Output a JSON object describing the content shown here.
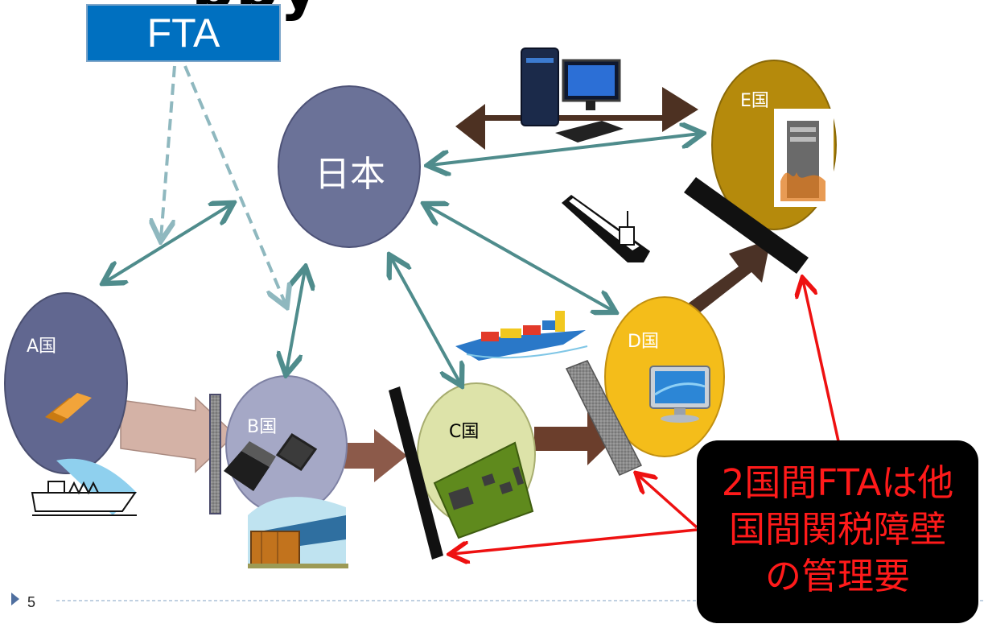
{
  "slide": {
    "title_fragment": "ppy",
    "fta_label": "FTA",
    "page_number": "5"
  },
  "countries": {
    "japan": "日本",
    "a": "A国",
    "b": "B国",
    "c": "C国",
    "d": "D国",
    "e": "E国"
  },
  "note": {
    "line1": "2国間FTAは他",
    "line2": "国間関税障壁",
    "line3": "の管理要"
  },
  "colors": {
    "fta_box": "#0070c0",
    "japan": "#6b7298",
    "country_a": "#616790",
    "country_b": "#a5a8c6",
    "country_c": "#dde3a9",
    "country_d": "#f4bd1a",
    "country_e": "#b58a0c",
    "teal_arrow": "#4f8c8c",
    "dashed_arrow": "#8fb8bf",
    "red_arrow": "#ee1111",
    "note_text": "#ff1a1a"
  }
}
